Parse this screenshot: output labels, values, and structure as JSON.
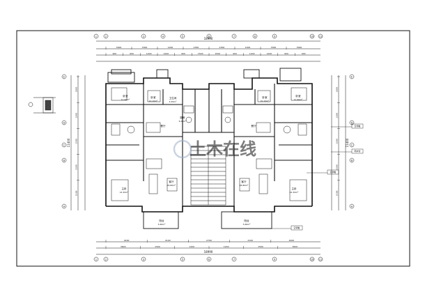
{
  "drawing": {
    "top_total_dim": "18990",
    "bottom_total_dim": "18990",
    "top_dims_row1": [
      "3000",
      "3300",
      "1200",
      "2300",
      "2300",
      "1200",
      "3300",
      "3000"
    ],
    "top_dims_row2": [
      "900",
      "900",
      "1200",
      "1200",
      "900",
      "1500",
      "1500",
      "900",
      "1200",
      "1200",
      "900",
      "900"
    ],
    "bottom_dims_row1": [
      "4200",
      "2100",
      "2700",
      "2100",
      "4200"
    ],
    "bottom_dims_row2": [
      "3600",
      "1500",
      "1200",
      "1200",
      "1500",
      "3600"
    ],
    "left_total_dim": "11400",
    "right_total_dim": "11400",
    "left_dims": [
      "3300",
      "1200",
      "1500",
      "3300",
      "2100"
    ],
    "right_dims": [
      "3300",
      "1200",
      "1500",
      "3300",
      "2100"
    ],
    "axis_top": [
      "1",
      "2",
      "3",
      "4",
      "5",
      "6",
      "7",
      "8",
      "9",
      "10",
      "11"
    ],
    "axis_bottom": [
      "1",
      "2",
      "3",
      "5",
      "6",
      "7",
      "9",
      "10",
      "11"
    ],
    "axis_left": [
      "A",
      "B",
      "C",
      "D",
      "E"
    ],
    "axis_right": [
      "A",
      "B",
      "C",
      "D",
      "E"
    ],
    "rooms": [
      {
        "name": "卧室",
        "area": "11.90m²"
      },
      {
        "name": "卧室",
        "area": "10.10m²"
      },
      {
        "name": "卫生间",
        "area": "4.45m²"
      },
      {
        "name": "厨房",
        "area": "6.20m²"
      },
      {
        "name": "卧室",
        "area": "10.10m²"
      },
      {
        "name": "卧室",
        "area": "11.90m²"
      },
      {
        "name": "餐厅",
        "area": ""
      },
      {
        "name": "餐厅",
        "area": ""
      },
      {
        "name": "客厅",
        "area": "26.80m²"
      },
      {
        "name": "客厅",
        "area": "26.80m²"
      },
      {
        "name": "主卧",
        "area": "14.30m²"
      },
      {
        "name": "主卧",
        "area": "14.30m²"
      },
      {
        "name": "阳台",
        "area": "5.60m²"
      },
      {
        "name": "阳台",
        "area": "5.60m²"
      }
    ],
    "callouts": [
      "空调板",
      "雨水管",
      "空调板",
      "空调板"
    ],
    "watermark": "土木在线"
  },
  "colors": {
    "line": "#111111",
    "watermark": "#9fb0c8"
  }
}
